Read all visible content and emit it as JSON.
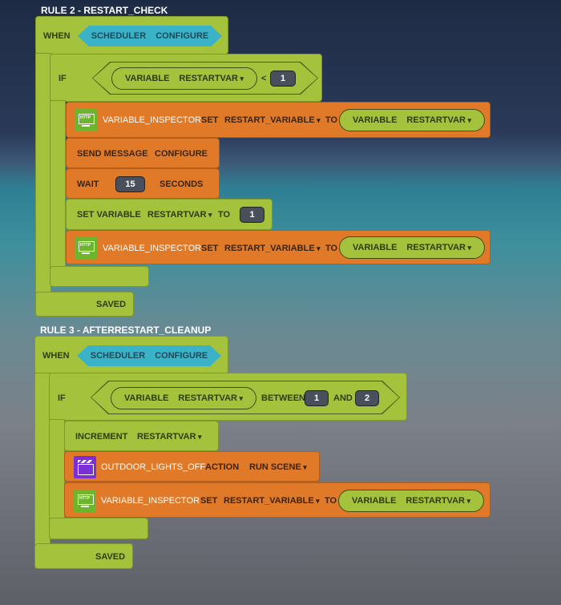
{
  "rules": [
    {
      "title": "RULE 2 - RESTART_CHECK",
      "when": "WHEN",
      "trigger": [
        "SCHEDULER",
        "CONFIGURE"
      ],
      "if": "IF",
      "condition": {
        "var_label": "VARIABLE",
        "var_name": "RESTARTVAR",
        "op": "<",
        "value": "1"
      },
      "actions": {
        "inspector1": {
          "device": "VARIABLE_INSPECTOR",
          "verb": "SET",
          "field": "RESTART_VARIABLE",
          "to": "TO",
          "var_label": "VARIABLE",
          "var_name": "RESTARTVAR"
        },
        "send": {
          "label": "SEND MESSAGE",
          "target": "CONFIGURE"
        },
        "wait": {
          "label": "WAIT",
          "value": "15",
          "unit": "SECONDS"
        },
        "setvar": {
          "label": "SET VARIABLE",
          "var_name": "RESTARTVAR",
          "to": "TO",
          "value": "1"
        },
        "inspector2": {
          "device": "VARIABLE_INSPECTOR",
          "verb": "SET",
          "field": "RESTART_VARIABLE",
          "to": "TO",
          "var_label": "VARIABLE",
          "var_name": "RESTARTVAR"
        }
      },
      "saved": "SAVED"
    },
    {
      "title": "RULE 3 - AFTERRESTART_CLEANUP",
      "when": "WHEN",
      "trigger": [
        "SCHEDULER",
        "CONFIGURE"
      ],
      "if": "IF",
      "condition": {
        "var_label": "VARIABLE",
        "var_name": "RESTARTVAR",
        "op": "BETWEEN",
        "value": "1",
        "and": "AND",
        "value2": "2"
      },
      "actions": {
        "increment": {
          "label": "INCREMENT",
          "var_name": "RESTARTVAR"
        },
        "scene": {
          "device": "OUTDOOR_LIGHTS_OFF",
          "verb": "ACTION",
          "action": "RUN SCENE"
        },
        "inspector": {
          "device": "VARIABLE_INSPECTOR",
          "verb": "SET",
          "field": "RESTART_VARIABLE",
          "to": "TO",
          "var_label": "VARIABLE",
          "var_name": "RESTARTVAR"
        }
      },
      "saved": "SAVED"
    }
  ],
  "icons": {
    "http": "HTTP"
  },
  "colors": {
    "green": "#a4c23c",
    "orange": "#e07a28",
    "cyan": "#3ab3c9"
  }
}
